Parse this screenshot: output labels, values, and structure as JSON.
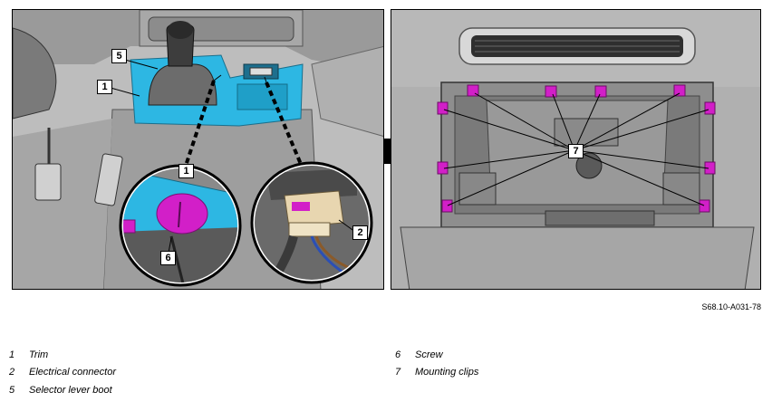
{
  "figure": {
    "code": "S68.10-A031-78",
    "callouts": {
      "c1_main": "1",
      "c5": "5",
      "c1_detail": "1",
      "c6": "6",
      "c2": "2",
      "c7": "7"
    }
  },
  "legend": [
    {
      "num": "1",
      "text": "Trim"
    },
    {
      "num": "2",
      "text": "Electrical connector"
    },
    {
      "num": "5",
      "text": "Selector lever boot"
    },
    {
      "num": "6",
      "text": "Screw"
    },
    {
      "num": "7",
      "text": "Mounting clips"
    }
  ],
  "colors": {
    "trim_highlight": "#2db7e3",
    "clip_highlight": "#d21fc8",
    "background_gray": "#c8c8c8"
  }
}
